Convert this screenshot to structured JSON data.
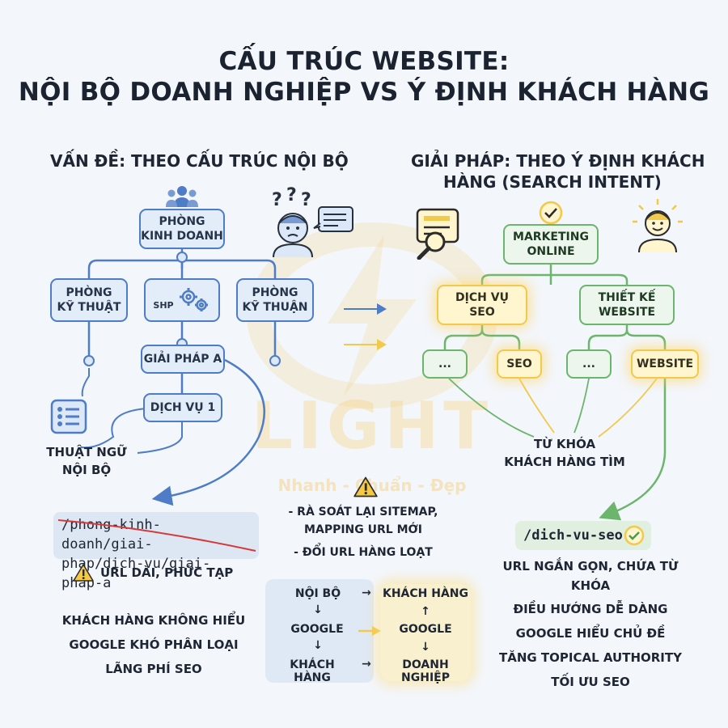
{
  "title": {
    "line1": "CẤU TRÚC WEBSITE:",
    "line2": "NỘI BỘ DOANH NGHIỆP VS Ý ĐỊNH KHÁCH HÀNG"
  },
  "left": {
    "heading": "VẤN ĐỀ: THEO CẤU TRÚC NỘI BỘ",
    "nodes": {
      "root_line1": "PHÒNG",
      "root_line2": "KINH DOANH",
      "child1_line1": "PHÒNG",
      "child1_line2": "KỸ THUẬT",
      "child2": "SHP",
      "child3_line1": "PHÒNG",
      "child3_line2": "KỸ THUẬN",
      "solution": "GIẢI PHÁP A",
      "service": "DỊCH VỤ 1"
    },
    "jargon_line1": "THUẬT NGỮ",
    "jargon_line2": "NỘI BỘ",
    "url_line1": "/phong-kinh-doanh/giai-",
    "url_line2": "phap/dich-vu/giai-phap-a",
    "url_warning": "URL DÀI, PHỨC TẠP",
    "problems": [
      "KHÁCH HÀNG KHÔNG HIỂU",
      "GOOGLE KHÓ PHÂN LOẠI",
      "LÃNG PHÍ SEO"
    ]
  },
  "middle": {
    "actions": [
      "- RÀ SOÁT LẠI SITEMAP,",
      "MAPPING URL MỚI",
      "- ĐỔI URL HÀNG LOẠT"
    ],
    "flow_left": [
      "NỘI BỘ",
      "GOOGLE",
      "KHÁCH HÀNG"
    ],
    "flow_right": [
      "KHÁCH HÀNG",
      "GOOGLE",
      "DOANH NGHIỆP"
    ],
    "arrow_down": "↓",
    "arrow_up": "↑",
    "arrow_right": "→"
  },
  "right": {
    "heading_line1": "GIẢI PHÁP: THEO Ý ĐỊNH KHÁCH",
    "heading_line2": "HÀNG (SEARCH INTENT)",
    "nodes": {
      "root_line1": "MARKETING",
      "root_line2": "ONLINE",
      "seo_service_line1": "DỊCH VỤ",
      "seo_service_line2": "SEO",
      "web_design_line1": "THIẾT KẾ",
      "web_design_line2": "WEBSITE",
      "leaf1": "...",
      "leaf2": "SEO",
      "leaf3": "...",
      "leaf4": "WEBSITE"
    },
    "keyword_line1": "TỪ KHÓA",
    "keyword_line2": "KHÁCH HÀNG TÌM",
    "url": "/dich-vu-seo",
    "url_caption": "URL NGẮN GỌN, CHỨA TỪ KHÓA",
    "benefits": [
      "ĐIỀU HƯỚNG DỄ DÀNG",
      "GOOGLE HIỂU CHỦ ĐỀ",
      "TĂNG TOPICAL AUTHORITY",
      "TỐI ƯU SEO"
    ]
  },
  "watermark": {
    "brand": "LIGHT",
    "tagline": "Nhanh - Chuẩn - Đẹp"
  },
  "colors": {
    "blue": "#4f7cc7",
    "green": "#6cb56c",
    "yellow": "#f2c94c",
    "strike": "#d43a3a"
  }
}
